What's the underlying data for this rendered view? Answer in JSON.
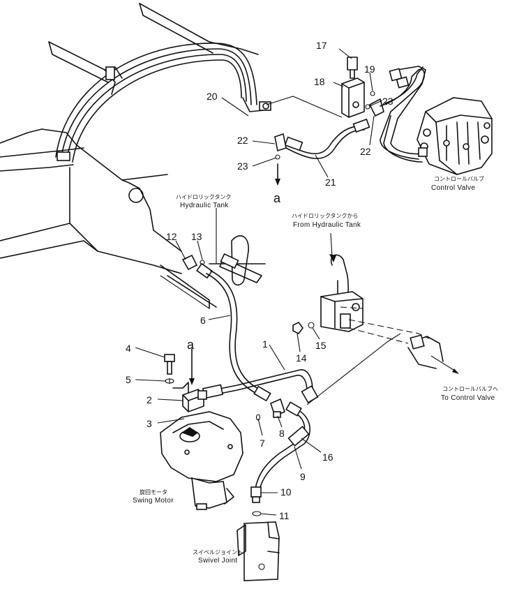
{
  "callouts": {
    "n1": "1",
    "n2": "2",
    "n3": "3",
    "n4": "4",
    "n5": "5",
    "n6": "6",
    "n7": "7",
    "n8": "8",
    "n9": "9",
    "n10": "10",
    "n11": "11",
    "n12": "12",
    "n13": "13",
    "n14": "14",
    "n15": "15",
    "n16": "16",
    "n17": "17",
    "n18": "18",
    "n19": "19",
    "n20": "20",
    "n21": "21",
    "n22a": "22",
    "n22b": "22",
    "n23a": "23",
    "n23b": "23",
    "a_top": "a",
    "a_bottom": "a"
  },
  "labels": {
    "control_valve_jp": "コントロールバルブ",
    "control_valve": "Control Valve",
    "hydraulic_tank_jp": "ハイドロリックタンク",
    "hydraulic_tank": "Hydraulic Tank",
    "from_tank_jp": "ハイドロリックタンクから",
    "from_tank": "From Hydraulic Tank",
    "to_valve_jp": "コントロールバルブヘ",
    "to_valve": "To Control Valve",
    "swing_motor_jp": "旋回モータ",
    "swing_motor": "Swing Motor",
    "swivel_joint_jp": "スイベルジョイント",
    "swivel_joint": "Swivel Joint"
  }
}
